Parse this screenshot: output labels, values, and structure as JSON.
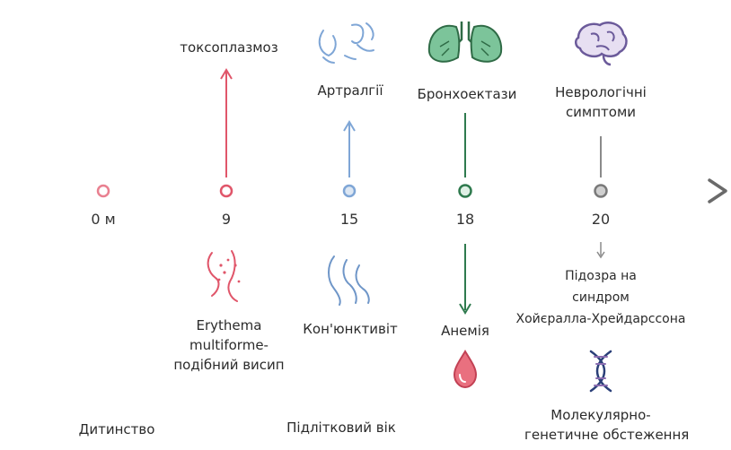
{
  "ticks": [
    "0 м",
    "9",
    "15",
    "18",
    "20"
  ],
  "above": {
    "toxo": "токсоплазмоз",
    "arthralgia": "Артралгії",
    "bronch": "Бронхоектази",
    "neuro_1": "Неврологічні",
    "neuro_2": "симптоми"
  },
  "below": {
    "erythema_1": "Erythema",
    "erythema_2": "multiforme-",
    "erythema_3": "подібний висип",
    "conj": "Кон'юнктивіт",
    "anemia": "Анемія",
    "susp_1": "Підозра на",
    "susp_2": "синдром",
    "susp_3": "Хойєралла-Хрейдарссона",
    "gen_1": "Молекулярно-",
    "gen_2": "генетичне обстеження"
  },
  "periods": {
    "childhood": "Дитинство",
    "teen": "Підлітковий вік"
  },
  "colors": {
    "red": "#e0566a",
    "blue": "#7fa6d6",
    "green": "#3f8c5e",
    "gray": "#8a8a8a",
    "navy": "#2a3f78",
    "purple": "#8a6db0"
  }
}
